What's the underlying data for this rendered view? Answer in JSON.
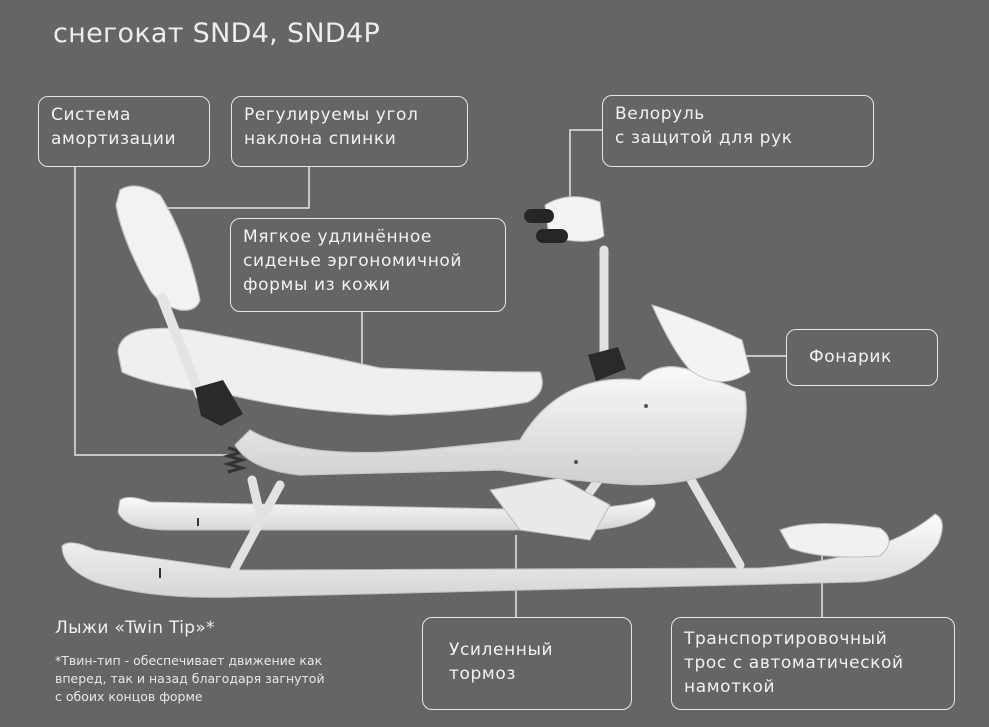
{
  "title": "снегокат SND4, SND4P",
  "callouts": {
    "suspension": [
      "Система",
      "амортизации"
    ],
    "backrest": [
      "Регулируемы угол",
      "наклона спинки"
    ],
    "handlebar": [
      "Велоруль",
      "с защитой для рук"
    ],
    "seat": [
      "Мягкое удлинённое",
      "сиденье эргономичной",
      "формы из кожи"
    ],
    "light": [
      "Фонарик"
    ],
    "brake": [
      "Усиленный",
      "тормоз"
    ],
    "cable": [
      "Транспортировочный",
      "трос с автоматической",
      "намоткой"
    ]
  },
  "skis": {
    "title": "Лыжи «Twin Tip»*",
    "note": [
      "*Твин-тип - обеспечивает движение как",
      "вперед, так и назад благодаря загнутой",
      "с обоих концов форме"
    ]
  },
  "colors": {
    "background": "#656565",
    "product": "#f2f2f2",
    "line": "#e6e6e6"
  }
}
